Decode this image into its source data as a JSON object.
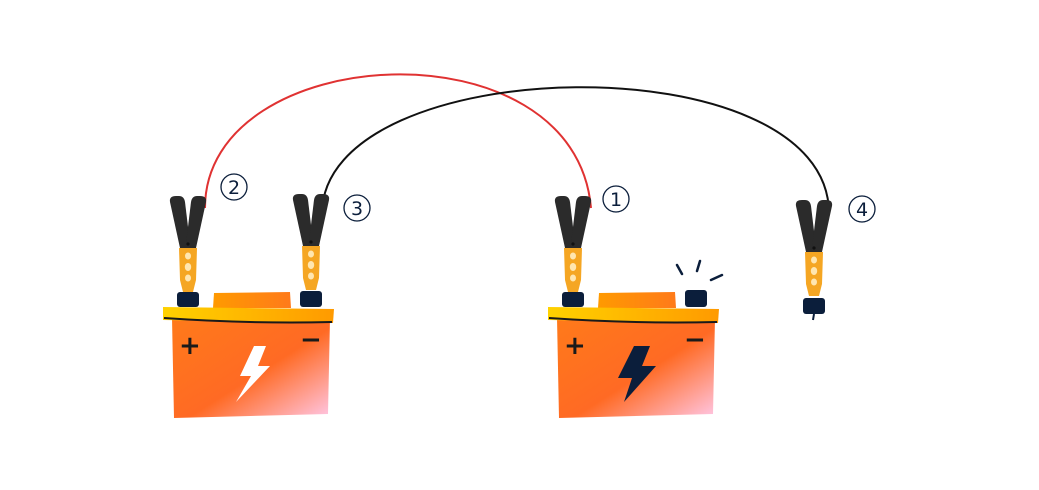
{
  "diagram": {
    "labels": {
      "n1": "1",
      "n2": "2",
      "n3": "3",
      "n4": "4"
    },
    "battery_signs": {
      "donor_plus": "+",
      "donor_minus": "−",
      "dead_plus": "+",
      "dead_minus": "−"
    }
  },
  "colors": {
    "red_cable": "#e03232",
    "black_cable": "#111111",
    "clamp_handle": "#2b2b2b",
    "clamp_jaw": "#f5a623",
    "terminal": "#0b1e3b",
    "battery_orange": "#ff6a1a",
    "battery_pink": "#ffc7e6",
    "battery_top": "#ffb300",
    "label_ring": "#0b1e3b",
    "donor_bolt": "#ffffff",
    "dead_bolt": "#0b1e3b"
  }
}
